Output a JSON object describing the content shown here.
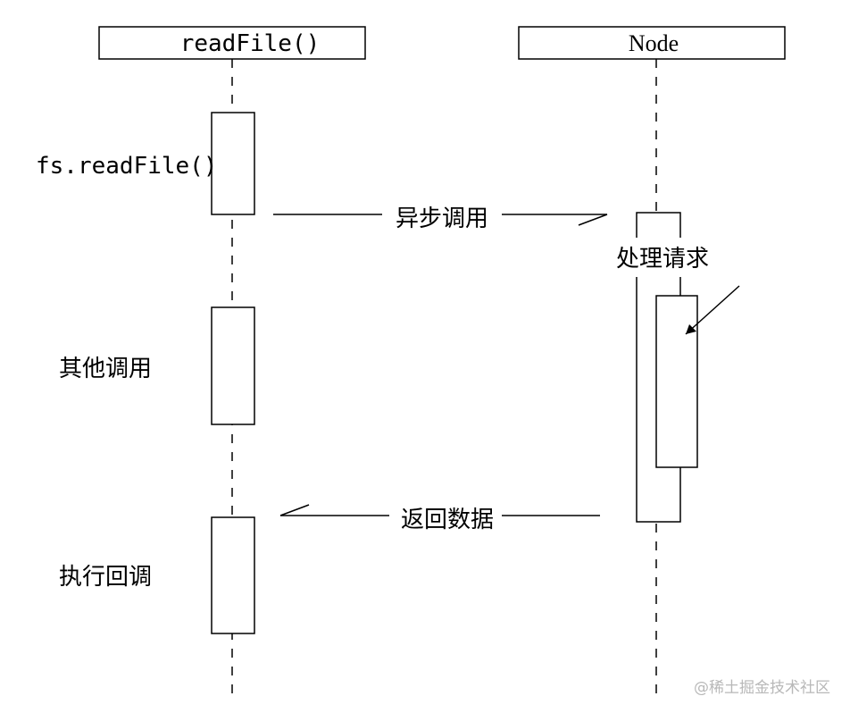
{
  "participants": {
    "left": "readFile()",
    "right": "Node"
  },
  "labels": {
    "call_fs": "fs.readFile()",
    "async_call": "异步调用",
    "process_request": "处理请求",
    "other_calls": "其他调用",
    "return_data": "返回数据",
    "execute_callback": "执行回调"
  },
  "watermark": "@稀土掘金技术社区",
  "colors": {
    "stroke": "#000000",
    "background": "#ffffff",
    "watermark": "#b8b8b8"
  }
}
